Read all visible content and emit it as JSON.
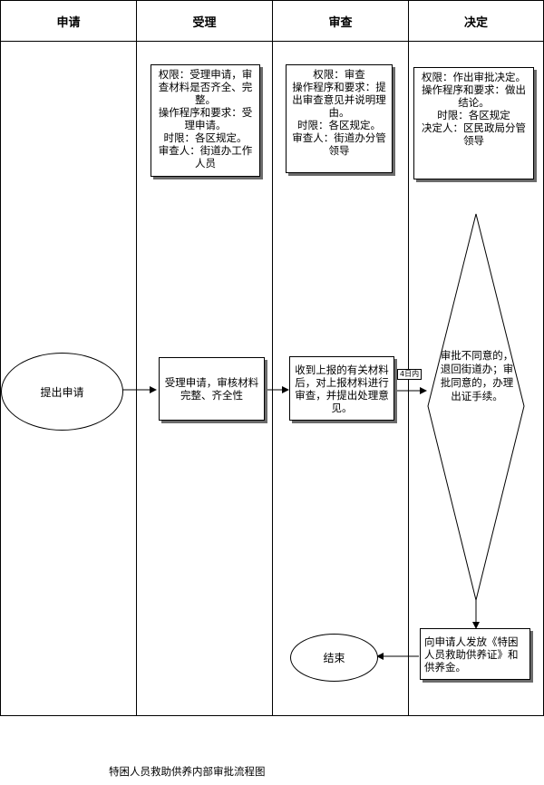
{
  "lanes": [
    {
      "title": "申请"
    },
    {
      "title": "受理"
    },
    {
      "title": "审查"
    },
    {
      "title": "决定"
    }
  ],
  "info_boxes": {
    "accept": "权限：受理申请，审查材料是否齐全、完整。\n操作程序和要求：受理申请。\n时限：各区规定。\n审查人：街道办工作人员",
    "review": "权限：审查\n操作程序和要求：提出审查意见并说明理由。\n时限：各区规定。\n审查人：街道办分管领导",
    "decide": "权限：作出审批决定。\n操作程序和要求：做出结论。\n时限：各区规定\n决定人：区民政局分管领导"
  },
  "steps": {
    "apply": "提出申请",
    "accept": "受理申请，审核材料完整、齐全性",
    "review": "收到上报的有关材料后，对上报材料进行审查，并提出处理意见。",
    "decision": "审批不同意的，\n退回街道办；审\n批同意的，办理\n出证手续。",
    "issue": "向申请人发放《特困人员救助供养证》和供养金。",
    "end": "结束"
  },
  "time_tag": "4日内",
  "caption": "特困人员救助供养内部审批流程图"
}
